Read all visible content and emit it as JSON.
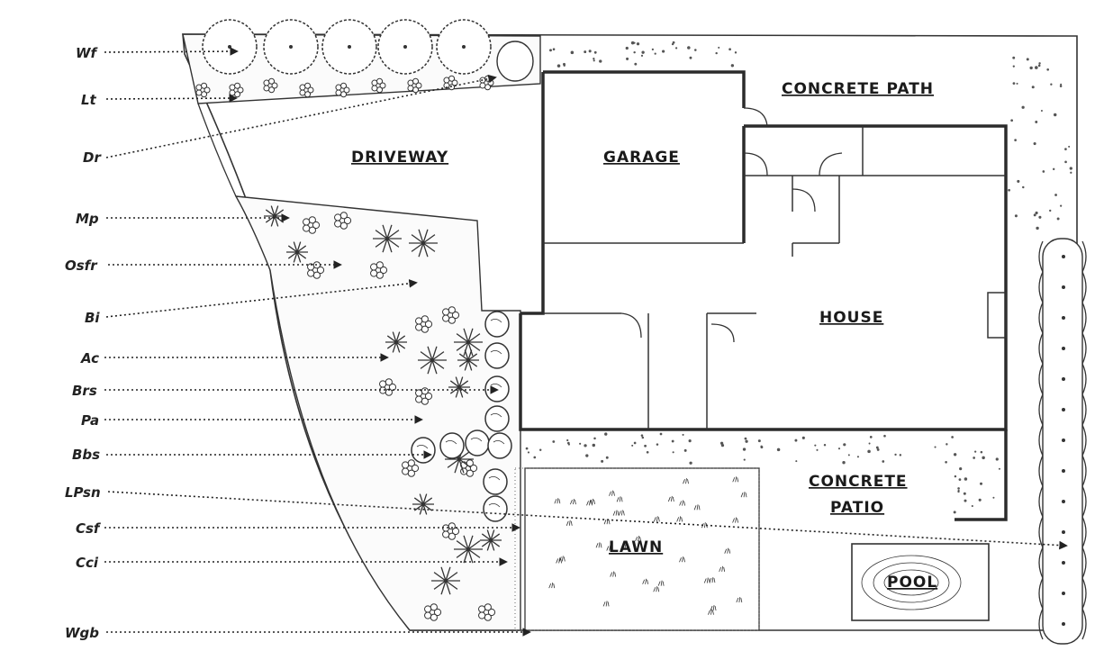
{
  "areas": {
    "concrete_path": "CONCRETE PATH",
    "driveway": "DRIVEWAY",
    "garage": "GARAGE",
    "house": "HOUSE",
    "concrete_patio_line1": "CONCRETE",
    "concrete_patio_line2": "PATIO",
    "lawn": "LAWN",
    "pool": "POOL"
  },
  "plant_labels": [
    {
      "code": "Wf"
    },
    {
      "code": "Lt"
    },
    {
      "code": "Dr"
    },
    {
      "code": "Mp"
    },
    {
      "code": "Osfr"
    },
    {
      "code": "Bi"
    },
    {
      "code": "Ac"
    },
    {
      "code": "Brs"
    },
    {
      "code": "Pa"
    },
    {
      "code": "Bbs"
    },
    {
      "code": "LPsn"
    },
    {
      "code": "Csf"
    },
    {
      "code": "Cci"
    },
    {
      "code": "Wgb"
    }
  ],
  "colors": {
    "ink": "#222222",
    "paper": "#ffffff"
  }
}
